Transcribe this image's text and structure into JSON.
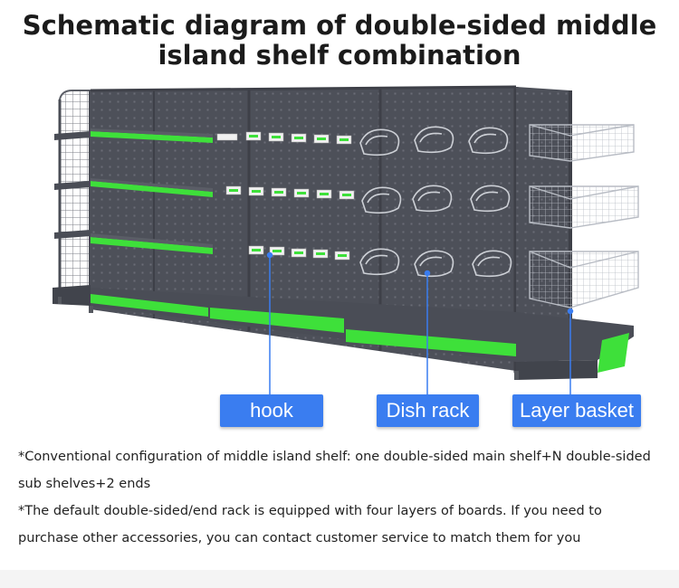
{
  "title": {
    "line1": "Schematic diagram of double-sided middle",
    "line2": "island shelf combination"
  },
  "labels": {
    "hook": "hook",
    "dish_rack": "Dish rack",
    "layer_basket": "Layer basket"
  },
  "notes": {
    "note1": "*Conventional configuration of middle island shelf: one double-sided main shelf+N double-sided sub shelves+2 ends",
    "note2": "*The default double-sided/end rack is equipped with four layers of boards. If you need to purchase other accessories, you can contact customer service to match them for you"
  },
  "colors": {
    "shelf_dark": "#4a4d56",
    "shelf_accent": "#3ee03a",
    "label_blue": "#3a7df0",
    "wire": "#c9ccd2"
  }
}
